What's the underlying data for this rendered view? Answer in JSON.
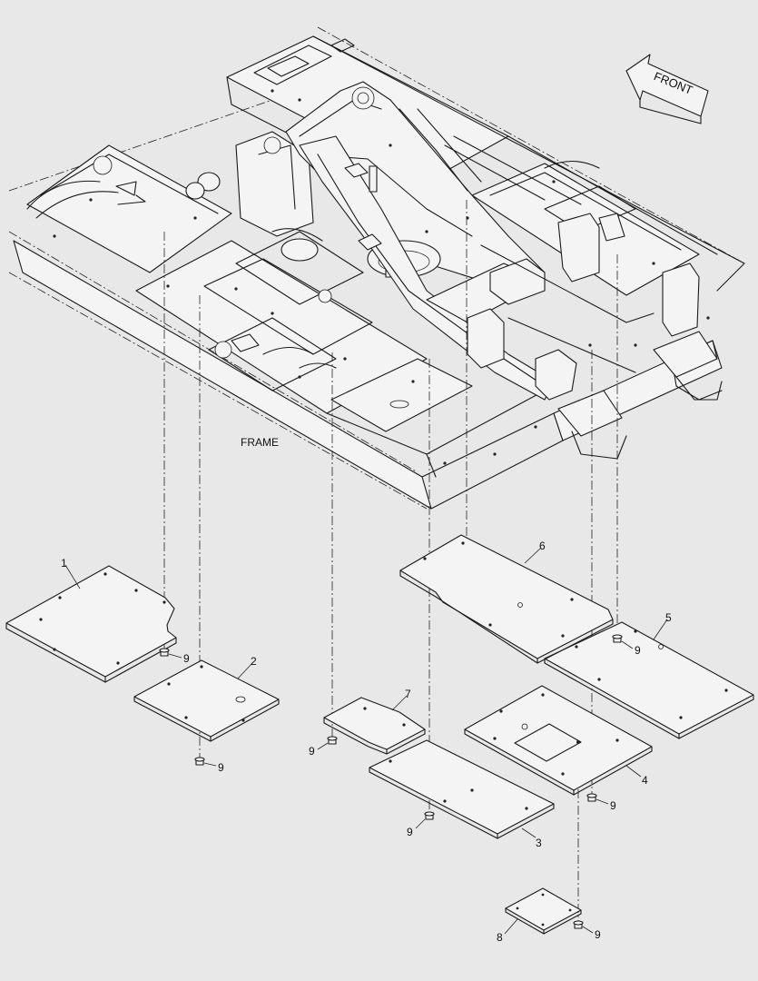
{
  "frame_label": "FRAME",
  "front_label": "FRONT",
  "callouts": {
    "part_1": "1",
    "part_2": "2",
    "part_3": "3",
    "part_4": "4",
    "part_5": "5",
    "part_6": "6",
    "part_7": "7",
    "part_8": "8",
    "bolt": "9"
  },
  "colors": {
    "background": "#e8e8e8",
    "line": "#1a1a1a",
    "part_fill": "#f4f4f4"
  }
}
